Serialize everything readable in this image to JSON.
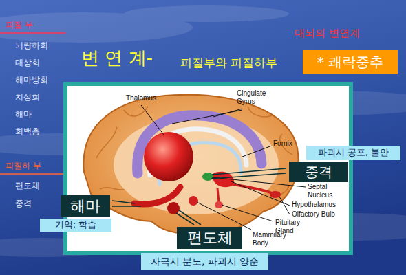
{
  "diagram": {
    "title": "변 연 계-",
    "nodes": [
      {
        "text": [
          "* 쾌락중추"
        ]
      },
      {
        "text": [
          "파괴시 공포, 불안"
        ]
      },
      {
        "text": [
          "중격"
        ]
      },
      {
        "text": [
          "해마"
        ]
      },
      {
        "text": [
          "기억: 학습"
        ]
      },
      {
        "text": [
          "편도체"
        ]
      },
      {
        "text": [
          "자극시 분노, 파괴시 양순"
        ]
      }
    ],
    "labels": [
      "대뇌의 변연계",
      "피질부와 피질하부",
      "피질 부-",
      "뇌량하회",
      "대상회",
      "해마방회",
      "치상회",
      "해마",
      "회백층",
      "피질하 부-",
      "편도체",
      "중격",
      "Thalamus",
      "Cingulate Gyrus",
      "Fornix",
      "Septal Nucleus",
      "Hypothalamus",
      "Olfactory Bulb",
      "Pituitary Gland",
      "Mammilary Body"
    ]
  }
}
